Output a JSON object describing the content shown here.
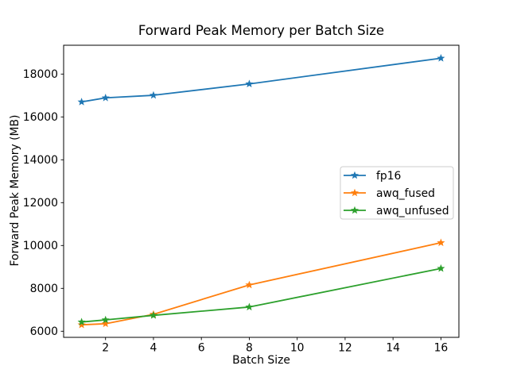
{
  "figure": {
    "background": "#ffffff",
    "spine_color": "#000000",
    "text_color": "#000000"
  },
  "chart_data": {
    "type": "line",
    "title": "Forward Peak Memory per Batch Size",
    "xlabel": "Batch Size",
    "ylabel": "Forward Peak Memory (MB)",
    "x": [
      1,
      2,
      4,
      8,
      16
    ],
    "series": [
      {
        "name": "fp16",
        "color": "#1f77b4",
        "marker": "star",
        "values": [
          16700,
          16890,
          17010,
          17540,
          18740
        ]
      },
      {
        "name": "awq_fused",
        "color": "#ff7f0e",
        "marker": "star",
        "values": [
          6300,
          6350,
          6790,
          8160,
          10130
        ]
      },
      {
        "name": "awq_unfused",
        "color": "#2ca02c",
        "marker": "star",
        "values": [
          6430,
          6530,
          6740,
          7130,
          8930
        ]
      }
    ],
    "xticks": [
      2,
      4,
      6,
      8,
      10,
      12,
      14,
      16
    ],
    "yticks": [
      6000,
      8000,
      10000,
      12000,
      14000,
      16000,
      18000
    ],
    "xlim": [
      0.25,
      16.75
    ],
    "ylim": [
      5715,
      19345
    ],
    "grid": false,
    "legend_position": "center right",
    "legend_face": "#ffffff",
    "legend_edge": "#cccccc"
  }
}
